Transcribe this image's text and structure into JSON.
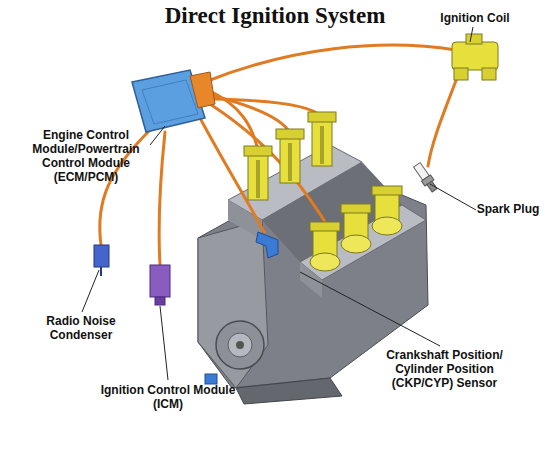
{
  "diagram": {
    "title": "Direct Ignition System",
    "labels": [
      "Engine Control Module/Powertrain Control Module (ECM/PCM)",
      "Ignition Coil",
      "Spark Plug",
      "Radio Noise Condenser",
      "Ignition Control Module (ICM)",
      "Crankshaft Position/ Cylinder Position (CKP/CYP) Sensor"
    ]
  }
}
